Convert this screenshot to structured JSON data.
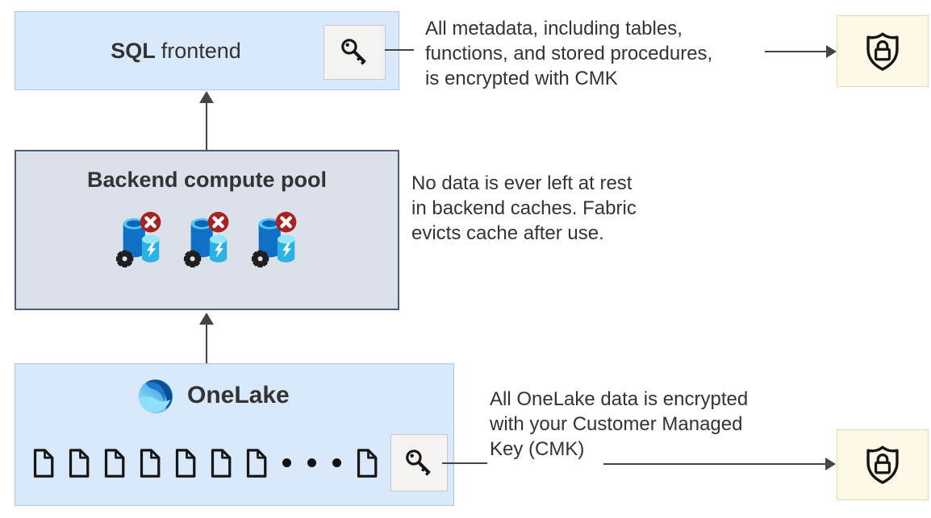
{
  "sql_frontend": {
    "label_strong": "SQL",
    "label_rest": "frontend"
  },
  "backend_pool": {
    "title": "Backend compute pool"
  },
  "onelake": {
    "title": "OneLake"
  },
  "notes": {
    "metadata": "All metadata, including tables,\nfunctions, and stored procedures,\nis encrypted with CMK",
    "cache": "No data is ever left at rest\nin backend caches. Fabric\nevicts cache after use.",
    "onelake_data": "All OneLake data is encrypted\nwith your Customer Managed\nKey (CMK)"
  },
  "icons": {
    "key": "key-icon",
    "shield_lock": "shield-lock-icon",
    "document": "document-icon",
    "database_cache": "database-cache-icon",
    "gear": "gear-icon",
    "error_badge": "error-x-badge-icon",
    "onelake_logo": "onelake-logo",
    "ellipsis": "ellipsis-dots-icon"
  },
  "colors": {
    "box_blue_fill": "#d9e9fb",
    "box_blue_border": "#abc8ea",
    "box_gray_fill": "#dce0e8",
    "box_gray_border": "#4e5d7d",
    "box_cream_fill": "#fdf8e7",
    "box_cream_border": "#e5daa9",
    "key_tile_fill": "#f4f3f1",
    "key_tile_border": "#cacaca",
    "arrow": "#454545",
    "text": "#333333",
    "error_red": "#a52323",
    "cylinder_blue": "#1270c4",
    "cylinder_cyan": "#2ab2e2",
    "onelake_navy": "#0c4d92"
  }
}
